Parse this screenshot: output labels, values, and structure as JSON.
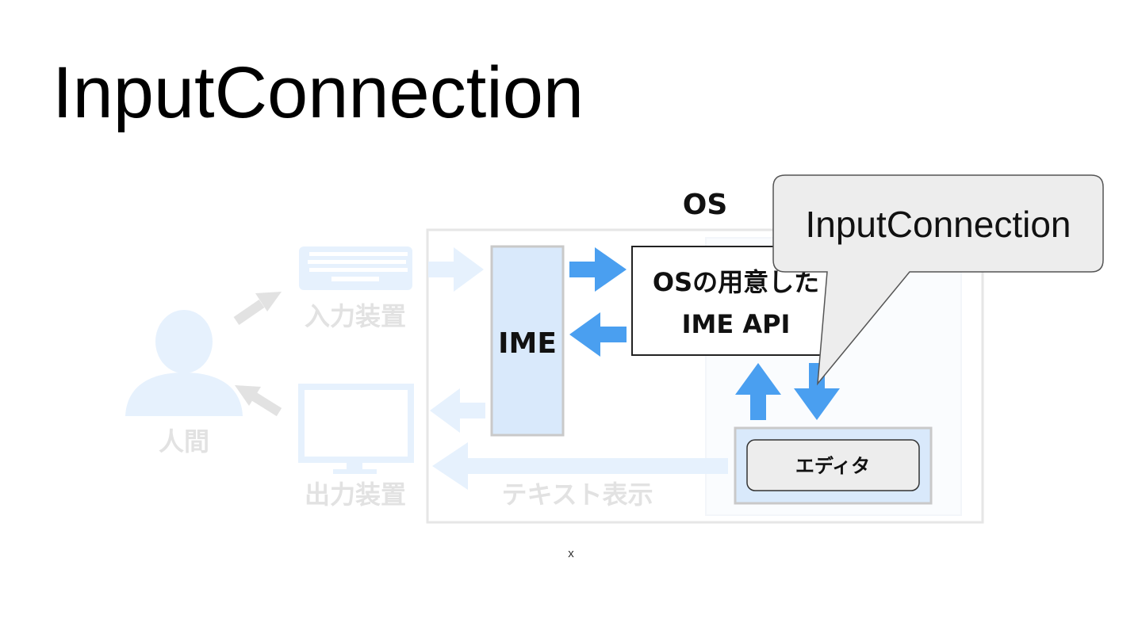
{
  "slide": {
    "title": "InputConnection",
    "footer": "x"
  },
  "diagram": {
    "os_label": "OS",
    "human_label": "人間",
    "input_device_label": "入力装置",
    "output_device_label": "出力装置",
    "ime_label": "IME",
    "api_line1": "OSの用意した",
    "api_line2": "IME API",
    "editor_label": "エディタ",
    "text_display_label": "テキスト表示",
    "callout_label": "InputConnection"
  },
  "colors": {
    "arrow_blue": "#4a9ff0",
    "faded_blue": "#e6f1fd",
    "faded_gray": "#e2e2e2",
    "ime_fill": "#d9e9fb",
    "editor_fill": "#ededed",
    "callout_fill": "#ededed"
  }
}
